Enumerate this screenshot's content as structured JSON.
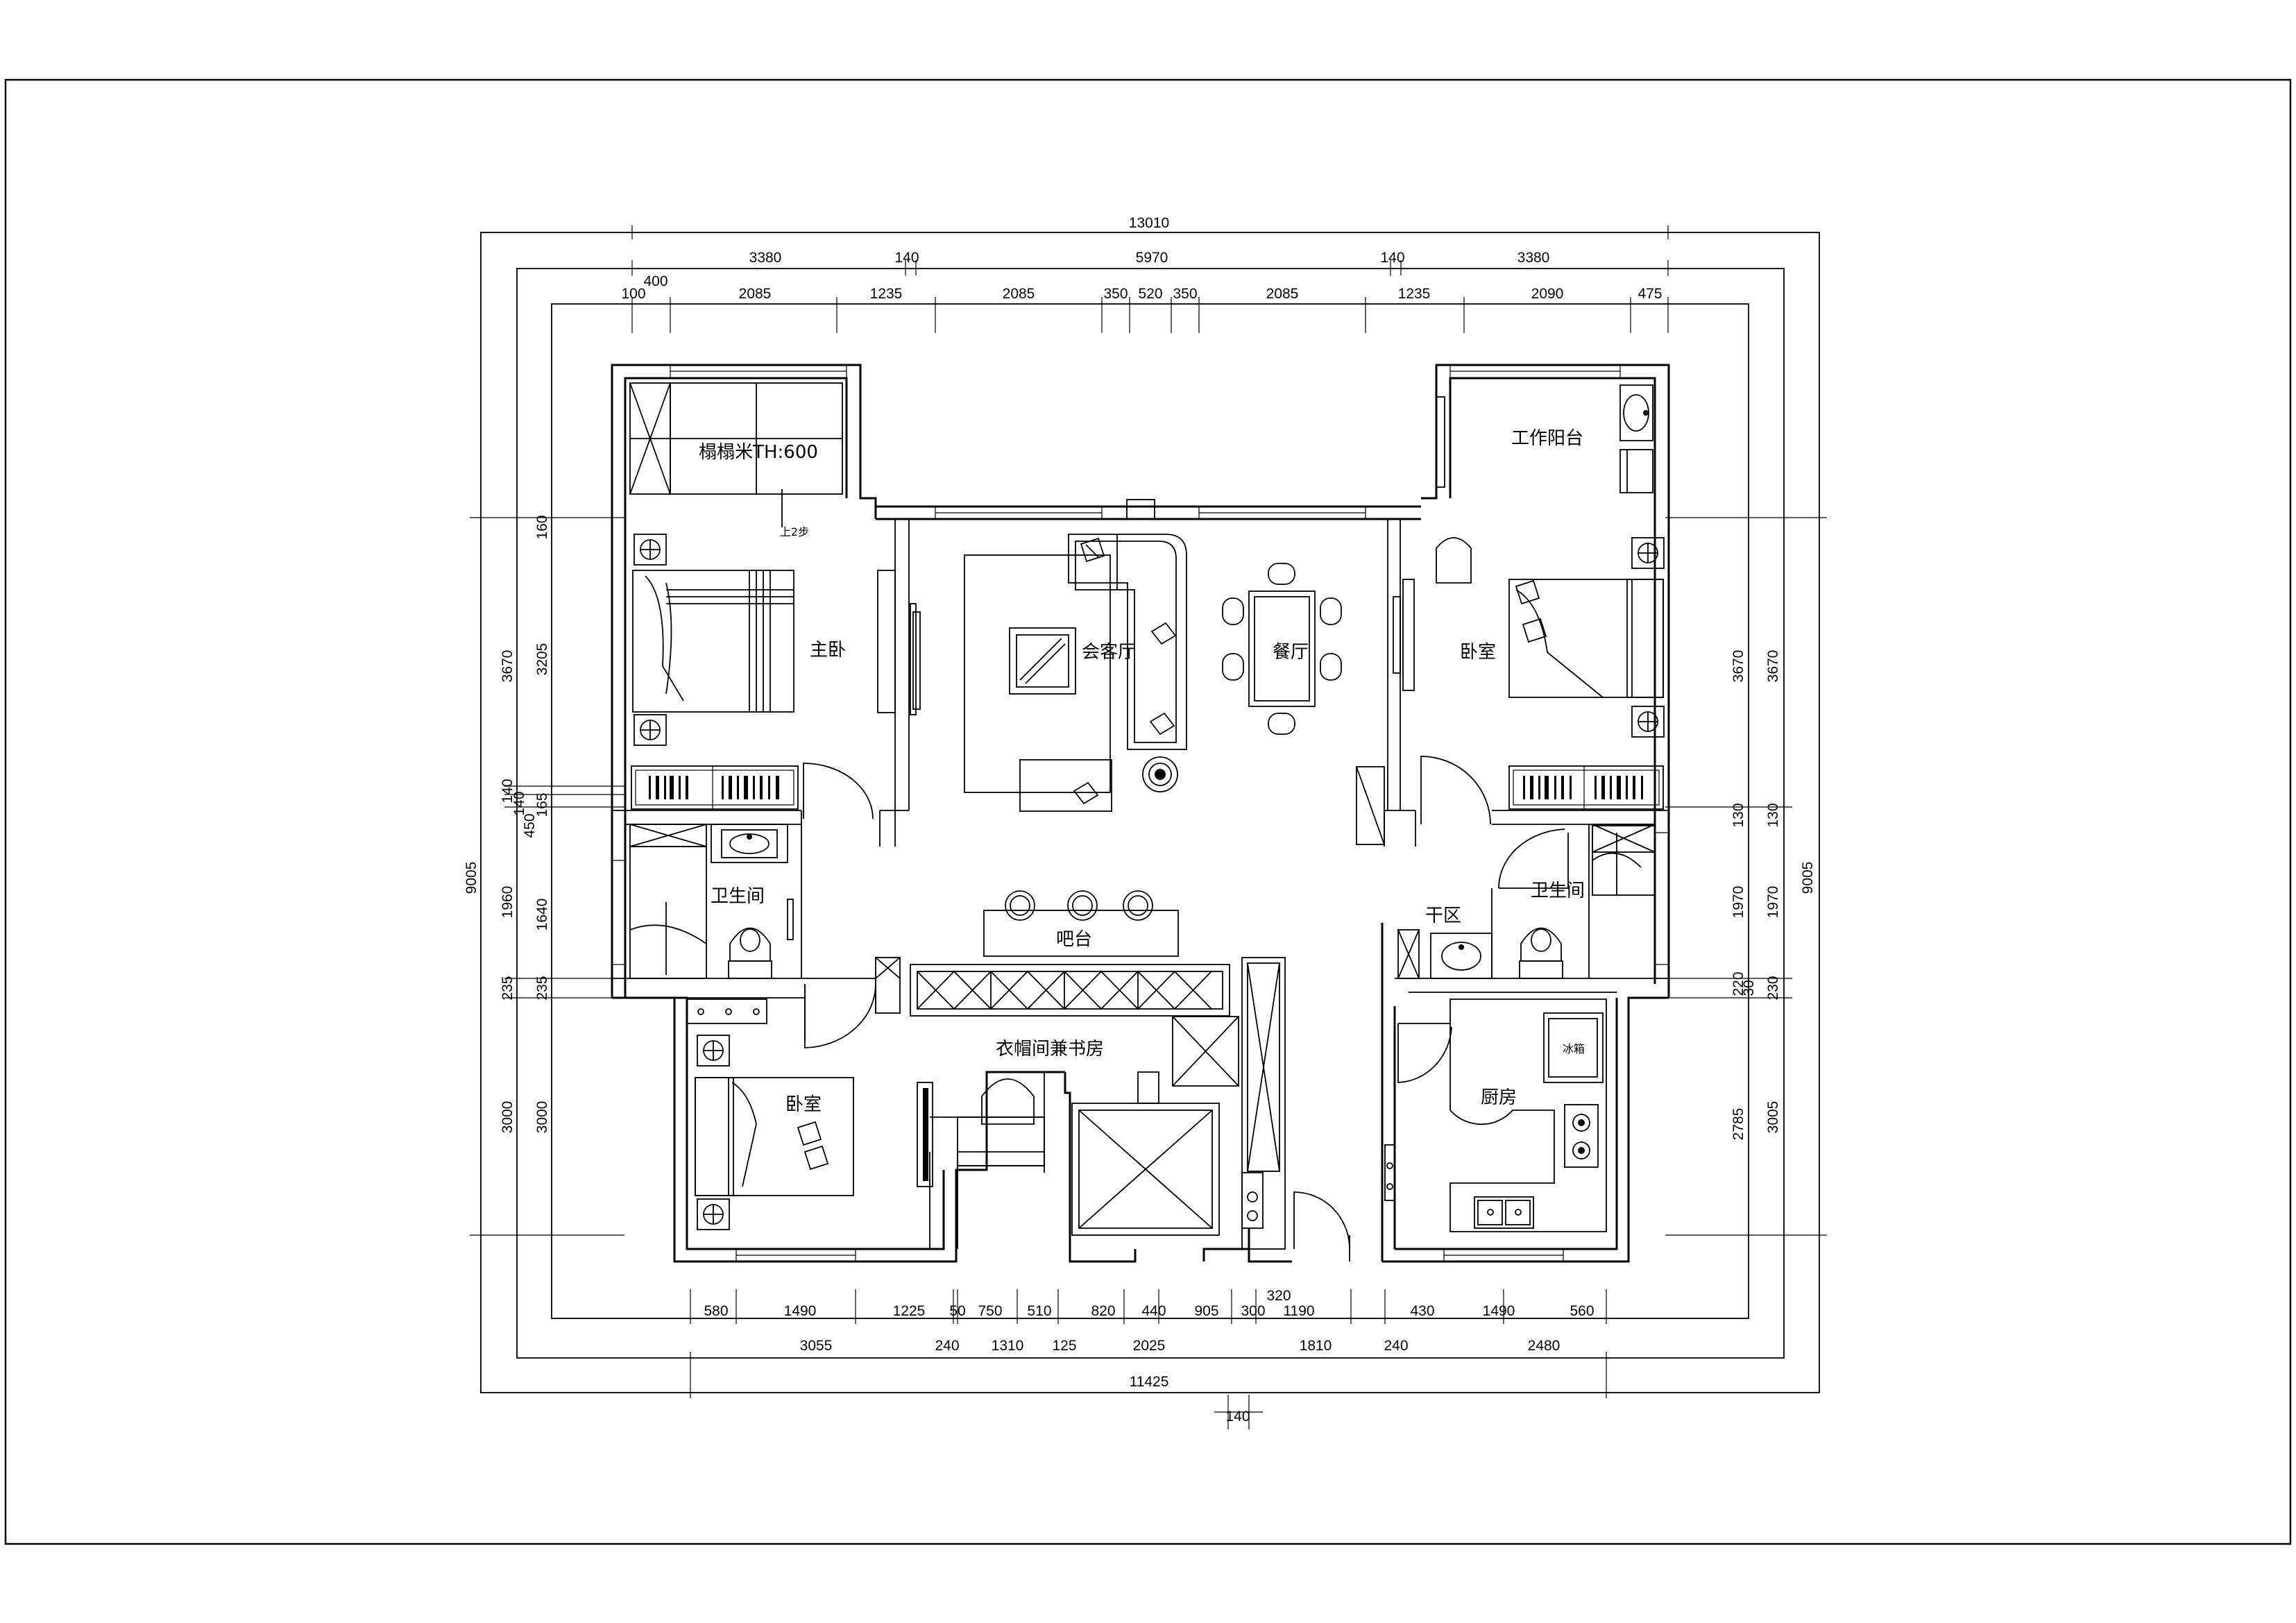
{
  "drawing": {
    "title": "floor-plan",
    "dimensions_top": {
      "overall": "13010",
      "row2": [
        "3380",
        "140",
        "5970",
        "140",
        "3380"
      ],
      "row3": [
        "100",
        "400",
        "2085",
        "1235",
        "2085",
        "350",
        "520",
        "350",
        "2085",
        "1235",
        "2090",
        "475"
      ]
    },
    "dimensions_bottom": {
      "row1": [
        "580",
        "1490",
        "1225",
        "50",
        "750",
        "510",
        "820",
        "440",
        "905",
        "300",
        "320",
        "1190",
        "430",
        "1490",
        "560"
      ],
      "row2": [
        "3055",
        "240",
        "1310",
        "125",
        "2025",
        "1810",
        "240",
        "2480"
      ],
      "overall": "11425",
      "wall": "140"
    },
    "dimensions_left": {
      "overall": "9005",
      "row2": [
        "3670",
        "1960",
        "235",
        "3000"
      ],
      "row3": [
        "160",
        "3205",
        "140",
        "140",
        "165",
        "450",
        "1640",
        "235",
        "3000"
      ]
    },
    "dimensions_right": {
      "overall": "9005",
      "row2": [
        "3670",
        "130",
        "1970",
        "230",
        "3005"
      ],
      "row3": [
        "3670",
        "130",
        "1970",
        "220",
        "30",
        "2785"
      ]
    },
    "rooms": {
      "tatami": "榻榻米TH:600",
      "step": "上2步",
      "master_bedroom": "主卧",
      "living_room": "会客厅",
      "dining": "餐厅",
      "bedroom_ne": "卧室",
      "work_balcony": "工作阳台",
      "bathroom_w": "卫生间",
      "bathroom_e": "卫生间",
      "bar": "吧台",
      "dry_area": "干区",
      "cloakroom_study": "衣帽间兼书房",
      "bedroom_sw": "卧室",
      "kitchen": "厨房",
      "fridge": "冰箱"
    }
  }
}
